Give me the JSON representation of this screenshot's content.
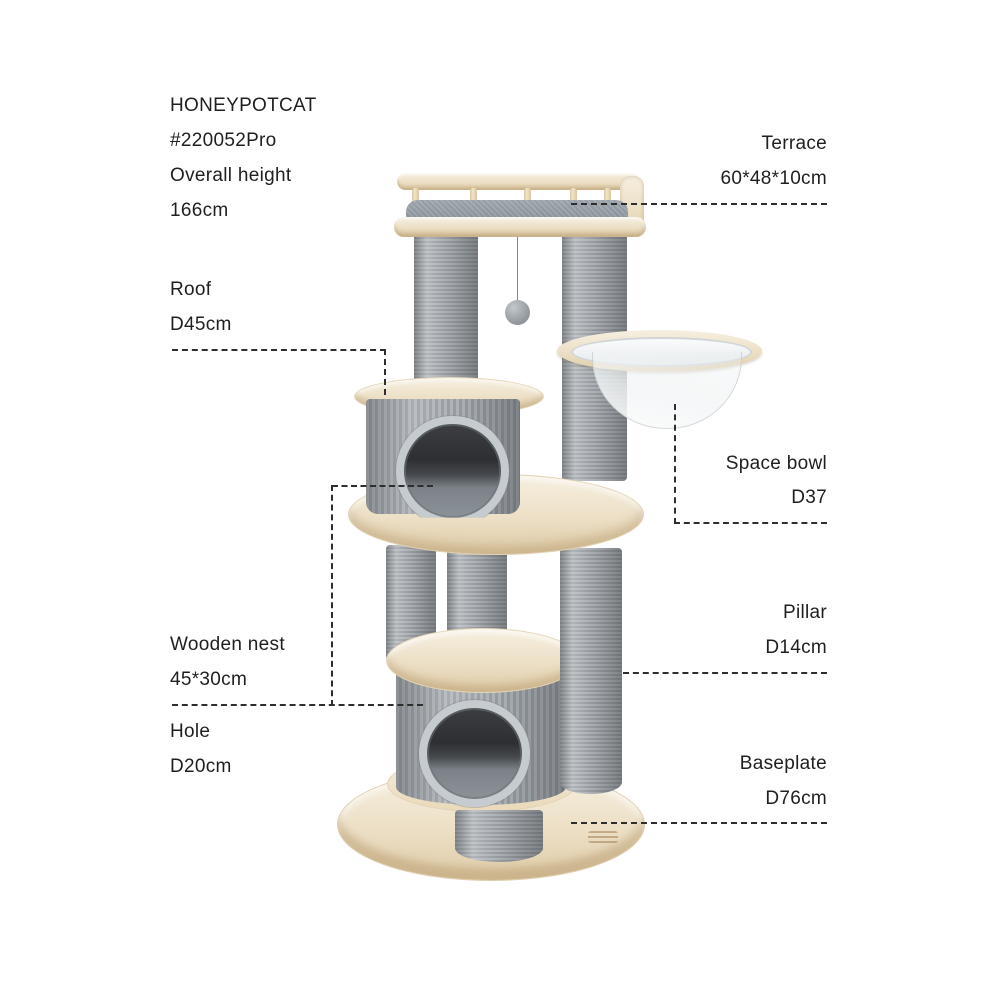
{
  "product": {
    "brand": "HONEYPOTCAT",
    "model": "#220052Pro",
    "overall_height": {
      "label": "Overall height",
      "value": "166cm"
    }
  },
  "annotations": {
    "roof": {
      "label": "Roof",
      "value": "D45cm"
    },
    "wooden_nest": {
      "label": "Wooden nest",
      "value": "45*30cm"
    },
    "hole": {
      "label": "Hole",
      "value": "D20cm"
    },
    "terrace": {
      "label": "Terrace",
      "value": "60*48*10cm"
    },
    "space_bowl": {
      "label": "Space bowl",
      "value": "D37"
    },
    "pillar": {
      "label": "Pillar",
      "value": "D14cm"
    },
    "baseplate": {
      "label": "Baseplate",
      "value": "D76cm"
    }
  },
  "colors": {
    "background": "#ffffff",
    "text": "#1f1f1f",
    "leader_line": "#2e2e2e",
    "wood": "#ecdfc5",
    "wood_edge": "#dfcca8",
    "sisal_gray": "#969ba0",
    "fabric_gray": "#a0a6ab",
    "cushion_gray": "#8d959c",
    "hole_dark": "#2f3134"
  }
}
